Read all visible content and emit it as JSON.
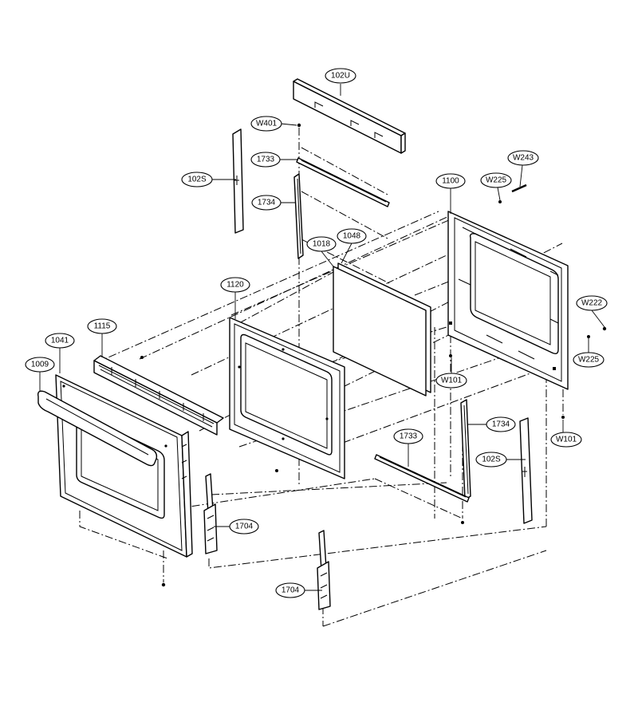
{
  "diagram": {
    "callouts": {
      "c102U": "102U",
      "cW401": "W401",
      "c1733a": "1733",
      "c102Sa": "102S",
      "c1734a": "1734",
      "c1100": "1100",
      "cW225a": "W225",
      "cW243": "W243",
      "c1018": "1018",
      "c1048": "1048",
      "c1120": "1120",
      "cW222": "W222",
      "c1115": "1115",
      "c1041": "1041",
      "c1009": "1009",
      "cW225b": "W225",
      "cW101a": "W101",
      "c1734b": "1734",
      "cW101b": "W101",
      "c1733b": "1733",
      "c102Sb": "102S",
      "c1704a": "1704",
      "c1704b": "1704"
    }
  }
}
